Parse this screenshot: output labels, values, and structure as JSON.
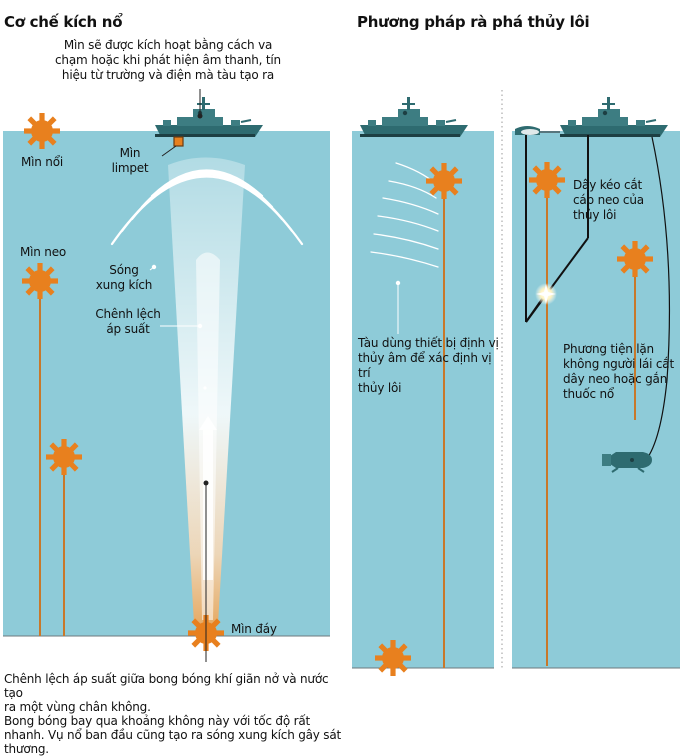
{
  "left_panel": {
    "title": "Cơ chế kích nổ",
    "trigger_note": [
      "Mìn sẽ được kích hoạt bằng cách va",
      "chạm hoặc khi phát hiện âm thanh, tín",
      "hiệu từ trường và điện mà tàu tạo ra"
    ],
    "floating_mine": "Mìn nổi",
    "limpet_mine": [
      "Mìn",
      "limpet"
    ],
    "moored_mine": "Mìn neo",
    "shock_wave": [
      "Sóng",
      "xung kích"
    ],
    "pressure_diff": [
      "Chênh lệch",
      "áp suất"
    ],
    "bottom_mine": "Mìn đáy",
    "caption": [
      "Chênh lệch áp suất giữa bong bóng khí giãn nở và nước tạo",
      "ra một vùng chân không.",
      "Bong bóng bay qua khoảng không này với tốc độ rất",
      "nhanh. Vụ nổ ban đầu cũng tạo ra sóng xung kích gây sát",
      "thương."
    ]
  },
  "right_panel": {
    "title": "Phương pháp rà phá thủy lôi",
    "sonar_note": [
      "Tàu dùng thiết bị định vị",
      "thủy âm để xác định vị trí",
      "thủy lôi"
    ],
    "cable_note": [
      "Dây kéo cắt",
      "cáp neo của",
      "thủy lôi"
    ],
    "uuv_note": [
      "Phương tiện lặn",
      "không người lái cắt",
      "dây neo hoặc gắn",
      "thuốc nổ"
    ]
  },
  "colors": {
    "water": "#8ecbd8",
    "mine": "#e8801e",
    "ship": "#2e6b70",
    "tether": "#c8782a"
  }
}
